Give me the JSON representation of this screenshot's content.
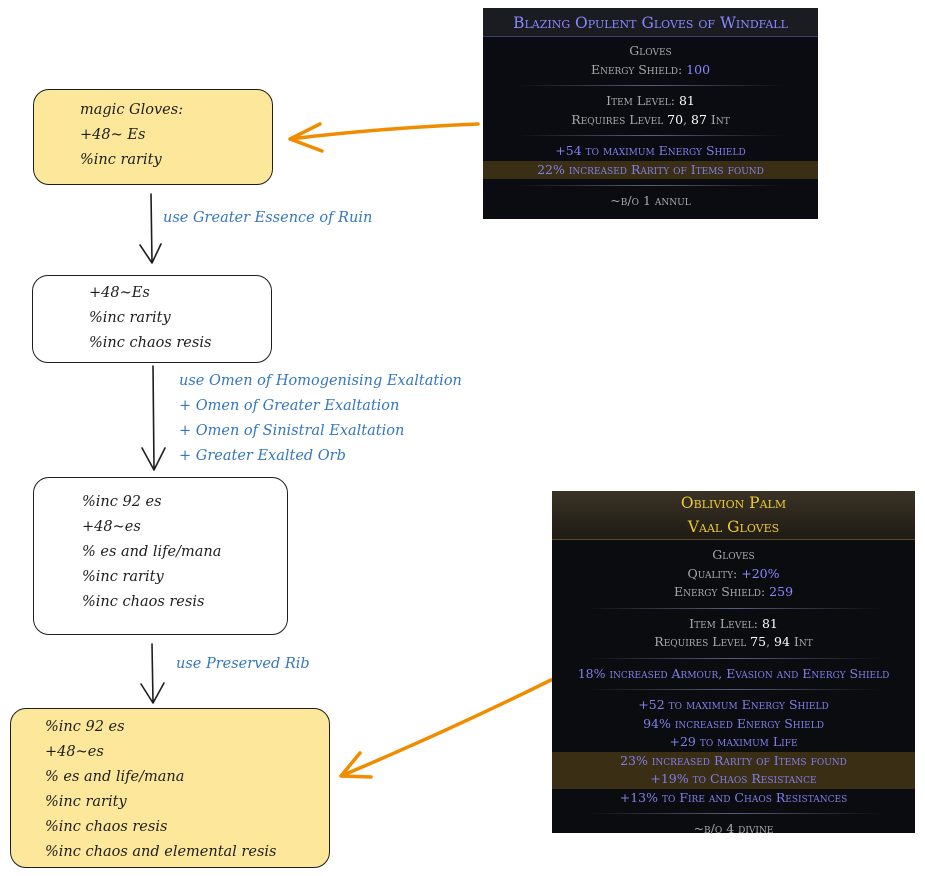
{
  "flow": {
    "box1": [
      "magic Gloves:",
      "+48~ Es",
      "%inc rarity"
    ],
    "step1": [
      "use Greater Essence of Ruin"
    ],
    "box2": [
      "+48~Es",
      "%inc rarity",
      "%inc chaos resis"
    ],
    "step2": [
      "use Omen of Homogenising Exaltation",
      "+ Omen of Greater Exaltation",
      "+ Omen of Sinistral Exaltation",
      "+ Greater Exalted Orb"
    ],
    "box3": [
      "%inc 92 es",
      "+48~es",
      "% es and life/mana",
      "%inc rarity",
      "%inc chaos resis"
    ],
    "step3": [
      "use Preserved Rib"
    ],
    "box4": [
      "%inc 92 es",
      "+48~es",
      "% es and life/mana",
      "%inc rarity",
      "%inc chaos resis",
      "%inc chaos and elemental resis"
    ]
  },
  "item_magic": {
    "name": "Blazing Opulent Gloves of Windfall",
    "base": "Gloves",
    "es_label": "Energy Shield: ",
    "es_value": "100",
    "ilvl_label": "Item Level: ",
    "ilvl_value": "81",
    "req_label": "Requires Level ",
    "req_level": "70",
    "req_sep": ", ",
    "req_int": "87",
    "req_int_label": " Int",
    "mods": [
      "+54 to maximum Energy Shield",
      "22% increased Rarity of Items found"
    ],
    "price": "~b/o 1 annul"
  },
  "item_unique": {
    "name": "Oblivion Palm",
    "base_type": "Vaal Gloves",
    "base": "Gloves",
    "quality_label": "Quality: ",
    "quality_value": "+20%",
    "es_label": "Energy Shield: ",
    "es_value": "259",
    "ilvl_label": "Item Level: ",
    "ilvl_value": "81",
    "req_label": "Requires Level ",
    "req_level": "75",
    "req_sep": ", ",
    "req_int": "94",
    "req_int_label": " Int",
    "implicit": "18% increased Armour, Evasion and Energy Shield",
    "mods": [
      "+52 to maximum Energy Shield",
      "94% increased Energy Shield",
      "+29 to maximum Life",
      "23% increased Rarity of Items found",
      "+19% to Chaos Resistance",
      "+13% to Fire and Chaos Resistances"
    ],
    "price": "~b/o 4 divine"
  },
  "colors": {
    "box_yellow": "#fce79a",
    "note_blue": "#3477c0",
    "arrow_orange": "#f08c00",
    "magic_blue": "#8888ff",
    "unique_gold": "#f0c832"
  }
}
